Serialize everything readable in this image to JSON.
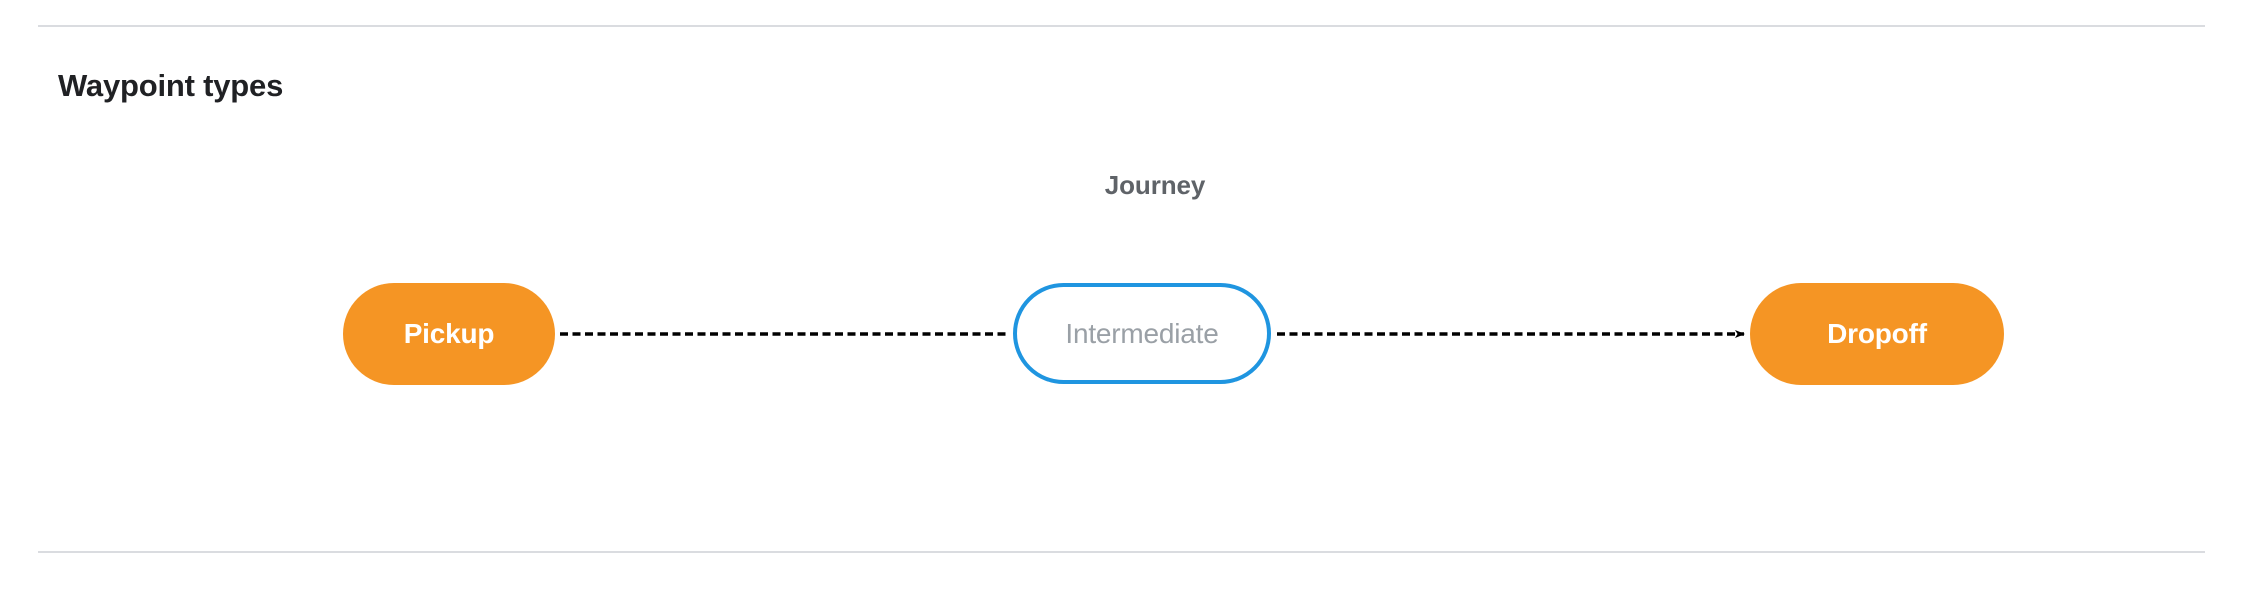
{
  "section": {
    "title": "Waypoint types",
    "divider_color": "#dadce0"
  },
  "diagram": {
    "type": "flow",
    "group_label": "Journey",
    "nodes": [
      {
        "id": "pickup",
        "label": "Pickup",
        "shape": "pill",
        "fill": "#f59524",
        "text_color": "#ffffff",
        "border": "none"
      },
      {
        "id": "intermediate",
        "label": "Intermediate",
        "shape": "pill",
        "fill": "#ffffff",
        "text_color": "#9aa0a6",
        "border": "#1f95e0"
      },
      {
        "id": "dropoff",
        "label": "Dropoff",
        "shape": "pill",
        "fill": "#f59524",
        "text_color": "#ffffff",
        "border": "none"
      }
    ],
    "edges": [
      {
        "id": "pickup-to-intermediate",
        "from": "pickup",
        "to": "intermediate",
        "style": "dashed",
        "color": "#000000",
        "arrowhead": false
      },
      {
        "id": "intermediate-to-dropoff",
        "from": "intermediate",
        "to": "dropoff",
        "style": "dashed",
        "color": "#000000",
        "arrowhead": true
      }
    ]
  }
}
